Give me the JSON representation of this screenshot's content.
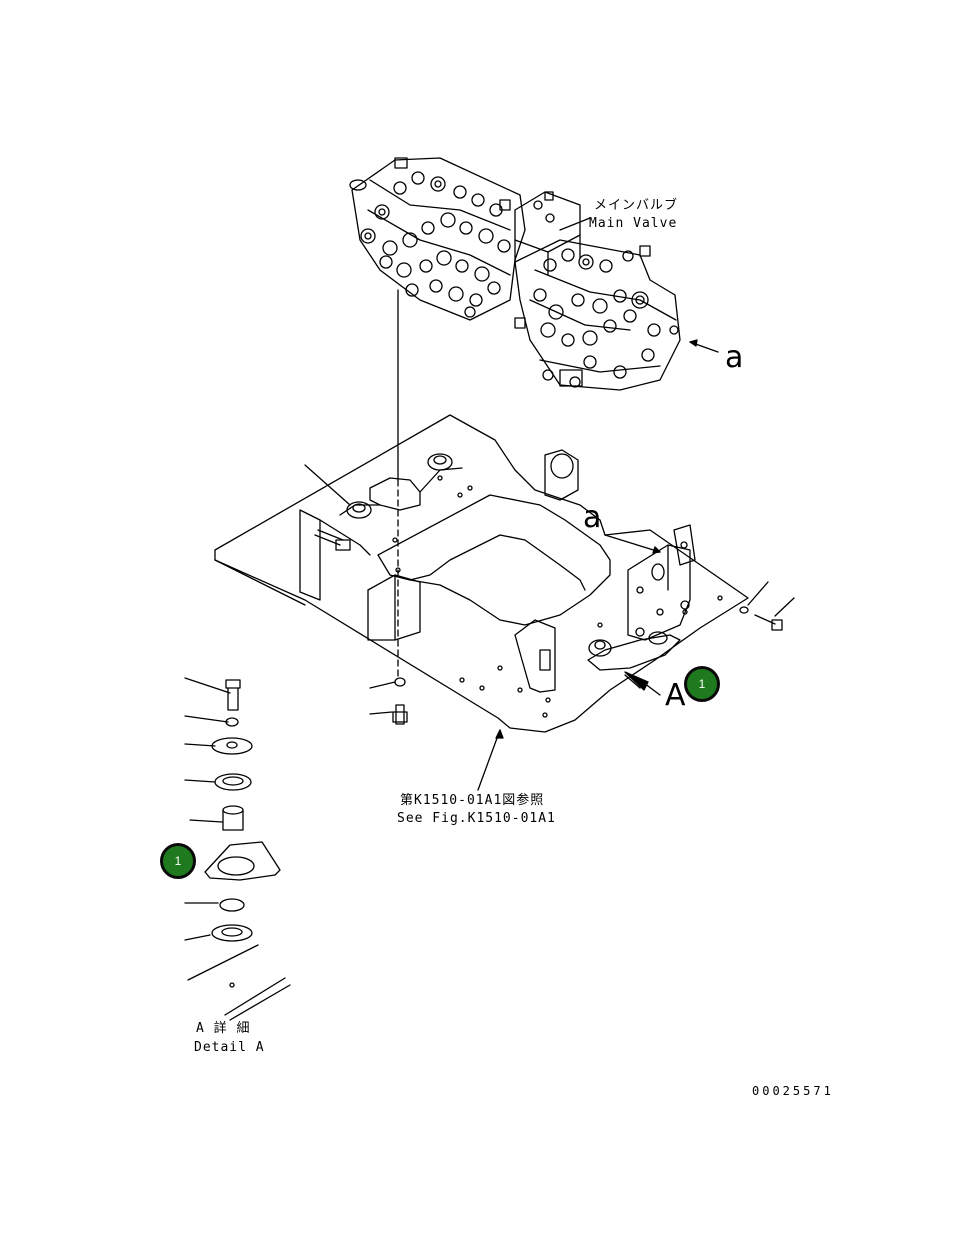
{
  "labels": {
    "main_valve_jp": "メインバルブ",
    "main_valve_en": "Main Valve",
    "view_a_lower": "a",
    "view_a_lower_2": "a",
    "view_A_upper": "A",
    "see_fig_jp": "第K1510-01A1図参照",
    "see_fig_en": "See Fig.K1510-01A1",
    "detail_jp": "A 詳 細",
    "detail_en": "Detail A",
    "drawing_number": "00025571"
  },
  "callouts": [
    {
      "id": "callout-1-main",
      "number": "1"
    },
    {
      "id": "callout-1-detail",
      "number": "1"
    }
  ],
  "colors": {
    "callout_fill": "#1f7a1f",
    "callout_border": "#0a0a0a",
    "line": "#000000"
  }
}
